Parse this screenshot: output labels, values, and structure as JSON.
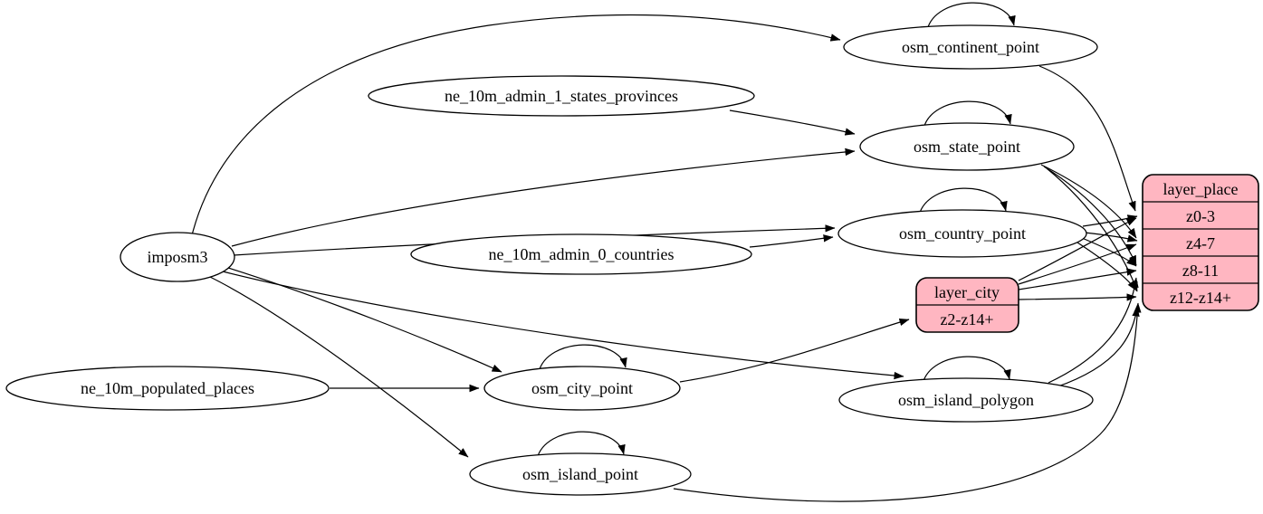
{
  "diagram": {
    "kind": "etl-dependency-graph",
    "colors": {
      "layer_fill": "#ffb6c1",
      "table_fill": "#ffffff",
      "edge_stroke": "#000000"
    },
    "tables": {
      "imposm3": "imposm3",
      "ne_10m_admin_1_states_provinces": "ne_10m_admin_1_states_provinces",
      "ne_10m_admin_0_countries": "ne_10m_admin_0_countries",
      "ne_10m_populated_places": "ne_10m_populated_places",
      "osm_continent_point": "osm_continent_point",
      "osm_state_point": "osm_state_point",
      "osm_country_point": "osm_country_point",
      "osm_city_point": "osm_city_point",
      "osm_island_polygon": "osm_island_polygon",
      "osm_island_point": "osm_island_point"
    },
    "layers": {
      "layer_place": {
        "title": "layer_place",
        "rows": [
          "z0-3",
          "z4-7",
          "z8-11",
          "z12-z14+"
        ]
      },
      "layer_city": {
        "title": "layer_city",
        "rows": [
          "z2-z14+"
        ]
      }
    },
    "edges": [
      {
        "from": "imposm3",
        "to": "osm_continent_point"
      },
      {
        "from": "imposm3",
        "to": "osm_state_point"
      },
      {
        "from": "imposm3",
        "to": "osm_country_point"
      },
      {
        "from": "imposm3",
        "to": "osm_city_point"
      },
      {
        "from": "imposm3",
        "to": "osm_island_polygon"
      },
      {
        "from": "imposm3",
        "to": "osm_island_point"
      },
      {
        "from": "ne_10m_admin_1_states_provinces",
        "to": "osm_state_point"
      },
      {
        "from": "ne_10m_admin_0_countries",
        "to": "osm_country_point"
      },
      {
        "from": "ne_10m_populated_places",
        "to": "osm_city_point"
      },
      {
        "from": "osm_continent_point",
        "to": "osm_continent_point"
      },
      {
        "from": "osm_state_point",
        "to": "osm_state_point"
      },
      {
        "from": "osm_country_point",
        "to": "osm_country_point"
      },
      {
        "from": "osm_city_point",
        "to": "osm_city_point"
      },
      {
        "from": "osm_island_polygon",
        "to": "osm_island_polygon"
      },
      {
        "from": "osm_island_point",
        "to": "osm_island_point"
      },
      {
        "from": "osm_continent_point",
        "to": "layer_place",
        "port": "z0-3"
      },
      {
        "from": "osm_state_point",
        "to": "layer_place",
        "port": "z4-7"
      },
      {
        "from": "osm_state_point",
        "to": "layer_place",
        "port": "z8-11"
      },
      {
        "from": "osm_state_point",
        "to": "layer_place",
        "port": "z12-z14+"
      },
      {
        "from": "osm_country_point",
        "to": "layer_place",
        "port": "z0-3"
      },
      {
        "from": "osm_country_point",
        "to": "layer_place",
        "port": "z4-7"
      },
      {
        "from": "osm_country_point",
        "to": "layer_place",
        "port": "z8-11"
      },
      {
        "from": "osm_country_point",
        "to": "layer_place",
        "port": "z12-z14+"
      },
      {
        "from": "osm_city_point",
        "to": "layer_city",
        "port": "z2-z14+"
      },
      {
        "from": "layer_city",
        "to": "layer_place",
        "port": "z0-3"
      },
      {
        "from": "layer_city",
        "to": "layer_place",
        "port": "z4-7"
      },
      {
        "from": "layer_city",
        "to": "layer_place",
        "port": "z8-11"
      },
      {
        "from": "layer_city",
        "to": "layer_place",
        "port": "z12-z14+"
      },
      {
        "from": "osm_island_polygon",
        "to": "layer_place",
        "port": "z8-11"
      },
      {
        "from": "osm_island_polygon",
        "to": "layer_place",
        "port": "z12-z14+"
      },
      {
        "from": "osm_island_point",
        "to": "layer_place",
        "port": "z12-z14+"
      }
    ]
  }
}
